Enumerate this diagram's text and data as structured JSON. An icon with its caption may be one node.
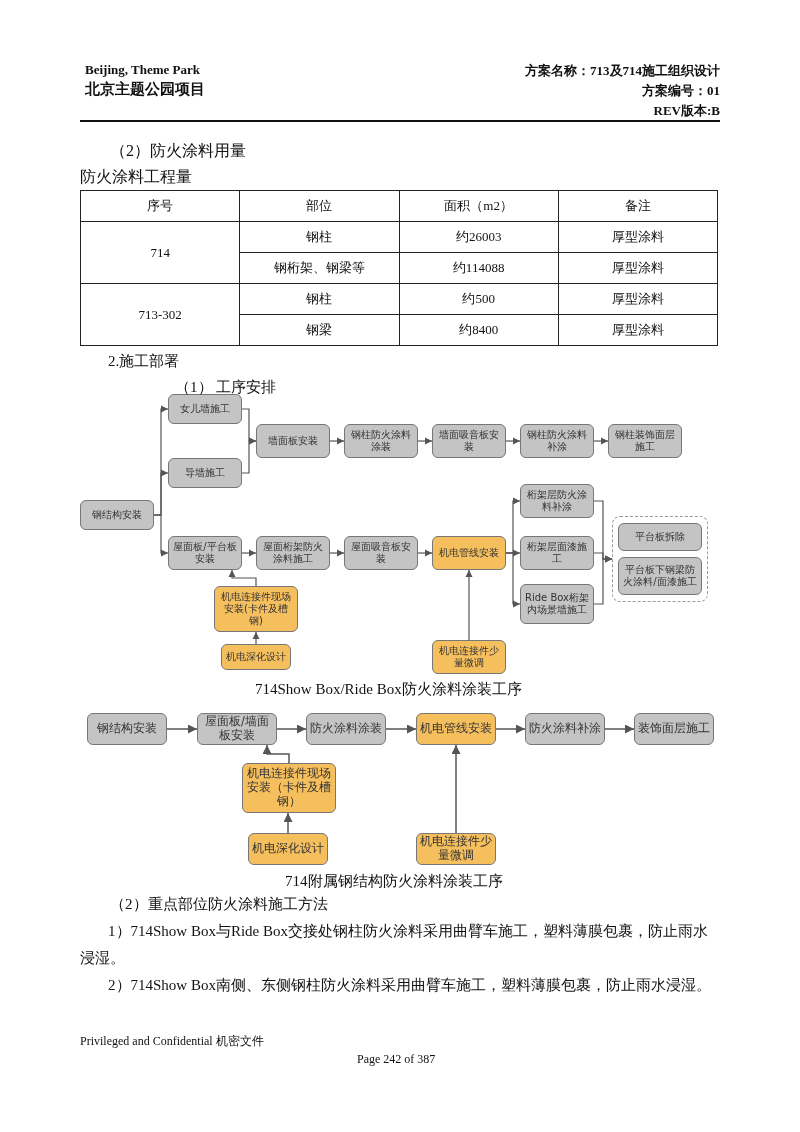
{
  "diagram": {
    "nodes": [
      {
        "text": [
          "钢结构安装"
        ]
      },
      {
        "text": [
          "女儿墙施工"
        ]
      },
      {
        "text": [
          "导墙施工"
        ]
      },
      {
        "text": [
          "墙面板安装"
        ]
      },
      {
        "text": [
          "钢柱防火涂料涂装"
        ]
      },
      {
        "text": [
          "墙面吸音板安装"
        ]
      },
      {
        "text": [
          "钢柱防火涂料补涂"
        ]
      },
      {
        "text": [
          "钢柱装饰面层施工"
        ]
      },
      {
        "text": [
          "桁架层防火涂料补涂"
        ]
      },
      {
        "text": [],
        "shape": "box"
      },
      {
        "text": [
          "平台板拆除"
        ],
        "in": 9
      },
      {
        "text": [
          "平台板下钢梁防火涂料/面漆施工"
        ],
        "in": 9
      },
      {
        "text": [
          "屋面板/平台板安装"
        ]
      },
      {
        "text": [
          "屋面桁架防火涂料施工"
        ]
      },
      {
        "text": [
          "屋面吸音板安装"
        ]
      },
      {
        "text": [
          "机电管线安装"
        ]
      },
      {
        "text": [
          "桁架层面漆施工"
        ]
      },
      {
        "text": [
          "Ride Box桁架内场景墙施工"
        ]
      },
      {
        "text": [
          "机电连接件现场安装(卡件及槽钢)"
        ]
      },
      {
        "text": [
          "机电深化设计"
        ]
      },
      {
        "text": [
          "机电连接件少量微调"
        ]
      },
      {
        "text": [
          "钢结构安装"
        ]
      },
      {
        "text": [
          "屋面板/墙面板安装"
        ]
      },
      {
        "text": [
          "防火涂料涂装"
        ]
      },
      {
        "text": [
          "机电管线安装"
        ]
      },
      {
        "text": [
          "防火涂料补涂"
        ]
      },
      {
        "text": [
          "装饰面层施工"
        ]
      },
      {
        "text": [
          "机电连接件现场安装（卡件及槽钢）"
        ]
      },
      {
        "text": [
          "机电深化设计"
        ]
      },
      {
        "text": [
          "机电连接件少量微调"
        ]
      }
    ],
    "edges": [
      {
        "from": 0,
        "to": 1,
        "arrow": "to"
      },
      {
        "from": 0,
        "to": 2,
        "arrow": "to"
      },
      {
        "from": 1,
        "to": 3,
        "arrow": "to"
      },
      {
        "from": 2,
        "to": 3,
        "arrow": "to"
      },
      {
        "from": 3,
        "to": 4,
        "arrow": "to"
      },
      {
        "from": 4,
        "to": 5,
        "arrow": "to"
      },
      {
        "from": 5,
        "to": 6,
        "arrow": "to"
      },
      {
        "from": 6,
        "to": 7,
        "arrow": "to"
      },
      {
        "from": 0,
        "to": 12,
        "arrow": "to"
      },
      {
        "from": 12,
        "to": 13,
        "arrow": "to"
      },
      {
        "from": 13,
        "to": 14,
        "arrow": "to"
      },
      {
        "from": 14,
        "to": 15,
        "arrow": "to"
      },
      {
        "from": 15,
        "to": 8,
        "arrow": "to"
      },
      {
        "from": 15,
        "to": 16,
        "arrow": "to"
      },
      {
        "from": 15,
        "to": 17,
        "arrow": "to"
      },
      {
        "from": 8,
        "to": 9,
        "arrow": "to"
      },
      {
        "from": 16,
        "to": 9,
        "arrow": "to"
      },
      {
        "from": 17,
        "to": 9,
        "arrow": "to"
      },
      {
        "from": 18,
        "to": 12,
        "arrow": "to"
      },
      {
        "from": 19,
        "to": 18,
        "arrow": "to"
      },
      {
        "from": 20,
        "to": 15,
        "arrow": "to"
      },
      {
        "from": 21,
        "to": 22,
        "arrow": "to"
      },
      {
        "from": 22,
        "to": 23,
        "arrow": "to"
      },
      {
        "from": 23,
        "to": 24,
        "arrow": "to"
      },
      {
        "from": 24,
        "to": 25,
        "arrow": "to"
      },
      {
        "from": 25,
        "to": 26,
        "arrow": "to"
      },
      {
        "from": 27,
        "to": 22,
        "arrow": "to"
      },
      {
        "from": 28,
        "to": 27,
        "arrow": "to"
      },
      {
        "from": 29,
        "to": 24,
        "arrow": "to"
      }
    ],
    "labels": [
      "Beijing, Theme Park",
      "方案名称：713及714施工组织设计",
      "北京主题公园项目",
      "方案编号：01",
      "REV版本:B",
      "（2）防火涂料用量",
      "防火涂料工程量",
      "序号",
      "部位",
      "面积（m2）",
      "备注",
      "714",
      "钢柱",
      "约26003",
      "厚型涂料",
      "钢桁架、钢梁等",
      "约114088",
      "厚型涂料",
      "713-302",
      "钢柱",
      "约500",
      "厚型涂料",
      "钢梁",
      "约8400",
      "厚型涂料",
      "2.施工部署",
      "（1） 工序安排",
      "714Show Box/Ride Box防火涂料涂装工序",
      "714附属钢结构防火涂料涂装工序",
      "（2）重点部位防火涂料施工方法",
      "1）714Show Box与Ride Box交接处钢柱防火涂料采用曲臂车施工，塑料薄膜包裹，防止雨水浸湿。",
      "2）714Show Box南侧、东侧钢柱防火涂料采用曲臂车施工，塑料薄膜包裹，防止雨水浸湿。",
      "Privileged and Confidential 机密文件",
      "Page 242 of 387"
    ]
  }
}
